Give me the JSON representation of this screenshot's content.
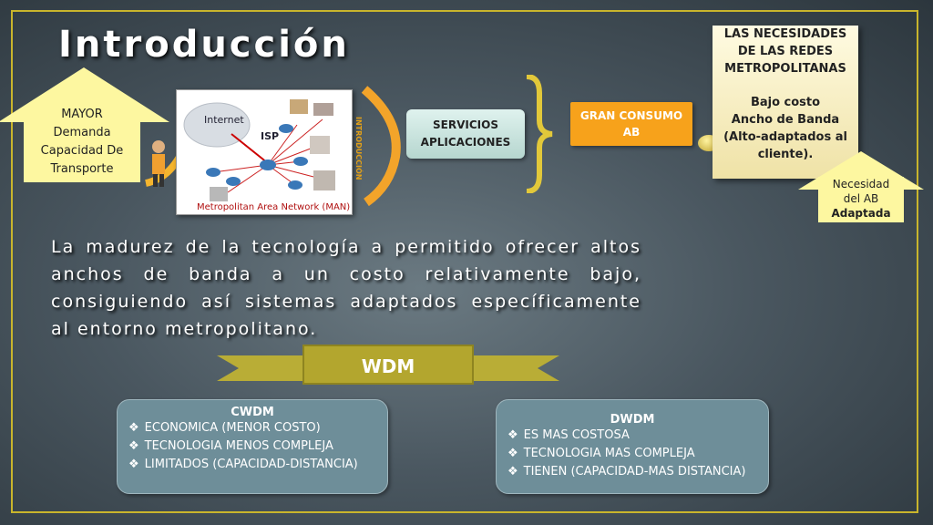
{
  "slide": {
    "title": "Introducción",
    "left_arrow": [
      "MAYOR",
      "Demanda",
      "Capacidad De",
      "Transporte"
    ],
    "image": {
      "internet_label": "Internet",
      "isp_label": "ISP",
      "caption": "Metropolitan Area Network (MAN)"
    },
    "vertical_label": "INTRODUCCIÓN",
    "servicios": [
      "SERVICIOS",
      "APLICACIONES"
    ],
    "gran_consumo": [
      "GRAN CONSUMO",
      "AB"
    ],
    "needs_box": {
      "heading": [
        "LAS NECESIDADES",
        "DE LAS REDES",
        "METROPOLITANAS"
      ],
      "items": [
        "Bajo costo",
        "Ancho de Banda",
        "(Alto-adaptados al",
        "cliente)."
      ]
    },
    "right_arrow": [
      "Necesidad",
      "del AB",
      "Adaptada"
    ],
    "paragraph": "La madurez de la tecnología a permitido ofrecer altos anchos de banda a un costo relativamente bajo, consiguiendo así sistemas  adaptados específicamente al entorno metropolitano.",
    "banner": "WDM",
    "cwdm": {
      "heading": "CWDM",
      "items": [
        "ECONOMICA (MENOR COSTO)",
        "TECNOLOGIA MENOS COMPLEJA",
        "LIMITADOS (CAPACIDAD-DISTANCIA)"
      ]
    },
    "dwdm": {
      "heading": "DWDM",
      "items": [
        "ES MAS COSTOSA",
        "TECNOLOGIA MAS COMPLEJA",
        "TIENEN (CAPACIDAD-MAS DISTANCIA)"
      ]
    },
    "bullet": "❖",
    "colors": {
      "accent_yellow": "#fdf7a0",
      "orange": "#f7a21b",
      "frame": "#c9b52c"
    }
  }
}
